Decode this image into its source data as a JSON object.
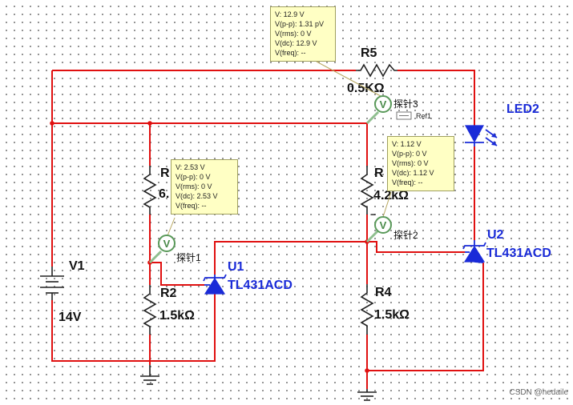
{
  "components": {
    "r5": {
      "name": "R5",
      "value": "0.5KΩ"
    },
    "r1": {
      "name": "R",
      "value": "6."
    },
    "r3": {
      "name": "R",
      "value": "4.2kΩ"
    },
    "r2": {
      "name": "R2",
      "value": "1.5kΩ"
    },
    "r4": {
      "name": "R4",
      "value": "1.5kΩ"
    },
    "v1": {
      "name": "V1",
      "value": "14V"
    },
    "u1": {
      "name": "U1",
      "part": "TL431ACD"
    },
    "u2": {
      "name": "U2",
      "part": "TL431ACD"
    },
    "led2": {
      "name": "LED2"
    }
  },
  "probes": {
    "p1": {
      "label": "探针1",
      "symbol": "V",
      "lines": [
        "V: 2.53 V",
        "V(p-p): 0 V",
        "V(rms): 0 V",
        "V(dc): 2.53 V",
        "V(freq): --"
      ]
    },
    "p2": {
      "label": "探针2",
      "symbol": "V",
      "lines": [
        "V: 1.12 V",
        "V(p-p): 0 V",
        "V(rms): 0 V",
        "V(dc): 1.12 V",
        "V(freq): --"
      ]
    },
    "p3": {
      "label": "探针3",
      "symbol": "V",
      "ref": "Ref1",
      "lines": [
        "V: 12.9 V",
        "V(p-p): 1.31 pV",
        "V(rms): 0 V",
        "V(dc): 12.9 V",
        "V(freq): --"
      ]
    }
  },
  "watermark": "CSDN @hedaile",
  "colors": {
    "wire": "#e01010",
    "label_blue": "#1a2bd8",
    "probe_green": "#3c8a3c",
    "tooltip_bg": "#ffffc4"
  }
}
